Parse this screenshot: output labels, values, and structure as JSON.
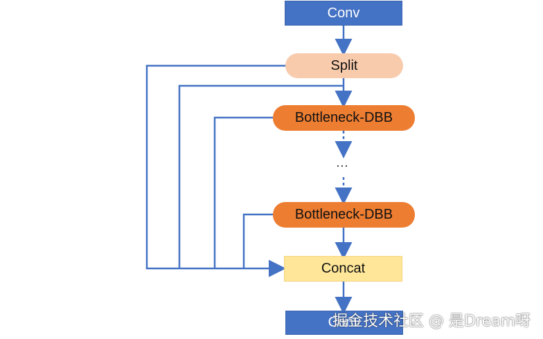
{
  "diagram": {
    "conv_top": "Conv",
    "split": "Split",
    "bottleneck_1": "Bottleneck-DBB",
    "ellipsis": "···",
    "bottleneck_2": "Bottleneck-DBB",
    "concat": "Concat",
    "conv_bottom": "Conv"
  },
  "watermark": {
    "text": "掘金技术社区 @ 是Dream呀"
  },
  "colors": {
    "conv_fill": "#4472c4",
    "split_fill": "#f8cbad",
    "bottleneck_fill": "#ed7d31",
    "concat_fill": "#ffe699",
    "connector": "#4472c4"
  }
}
